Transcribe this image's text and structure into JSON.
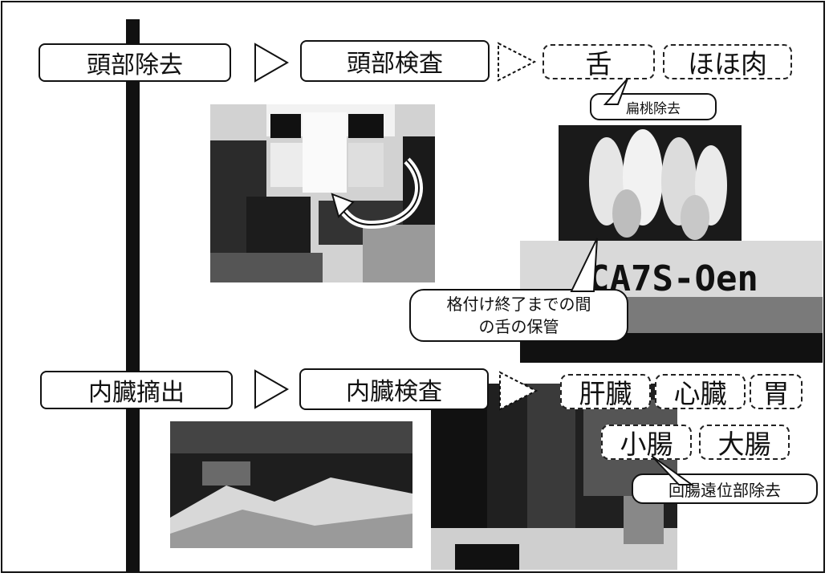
{
  "top_row": {
    "step1": "頭部除去",
    "step2": "頭部検査",
    "parts": [
      "舌",
      "ほほ肉"
    ],
    "tongue_callout": "扁桃除去",
    "storage_callout": [
      "格付け終了までの間",
      "の舌の保管"
    ]
  },
  "bottom_row": {
    "step1": "内臓摘出",
    "step2": "内臓検査",
    "organs_row1": [
      "肝臓",
      "心臓",
      "胃"
    ],
    "organs_row2": [
      "小腸",
      "大腸"
    ],
    "intestine_callout": "回腸遠位部除去"
  },
  "photo_labels": {
    "tag_text": "CA7S-Oen"
  }
}
